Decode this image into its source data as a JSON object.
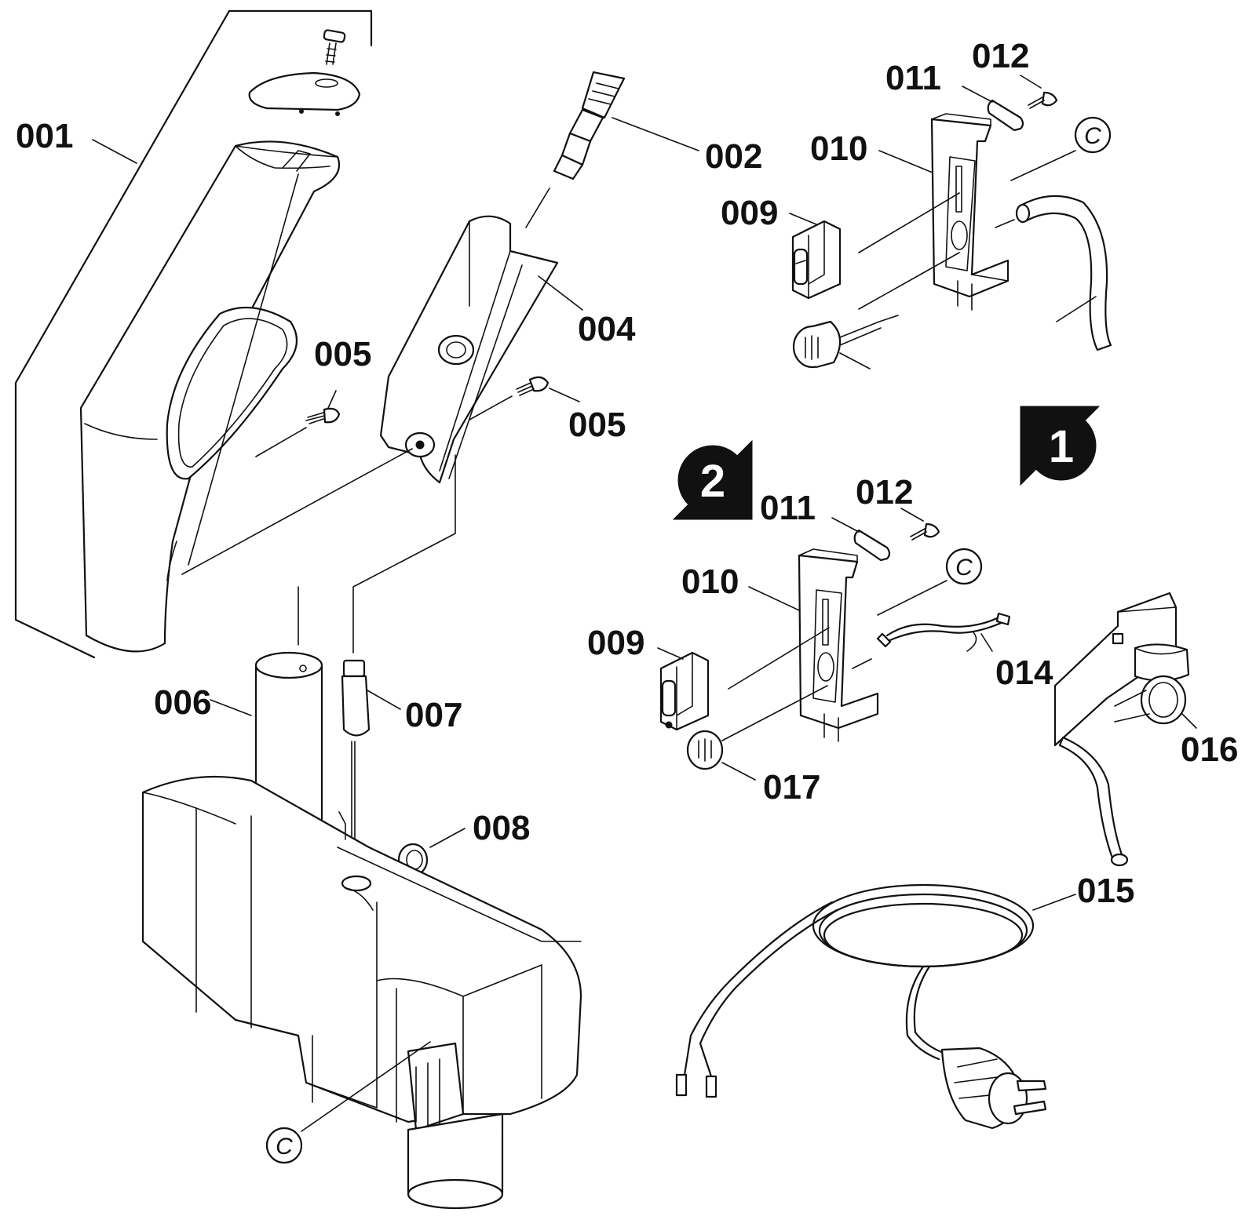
{
  "labels": {
    "l001": "001",
    "l002": "002",
    "l004": "004",
    "l005a": "005",
    "l005b": "005",
    "l006": "006",
    "l007": "007",
    "l008": "008",
    "l009a": "009",
    "l010a": "010",
    "l011a": "011",
    "l012a": "012",
    "l009b": "009",
    "l010b": "010",
    "l011b": "011",
    "l012b": "012",
    "l014": "014",
    "l015": "015",
    "l016": "016",
    "l017": "017"
  },
  "callouts": {
    "c1": "C",
    "c2": "C",
    "c3": "C"
  },
  "badges": {
    "variant1": "1",
    "variant2": "2"
  }
}
